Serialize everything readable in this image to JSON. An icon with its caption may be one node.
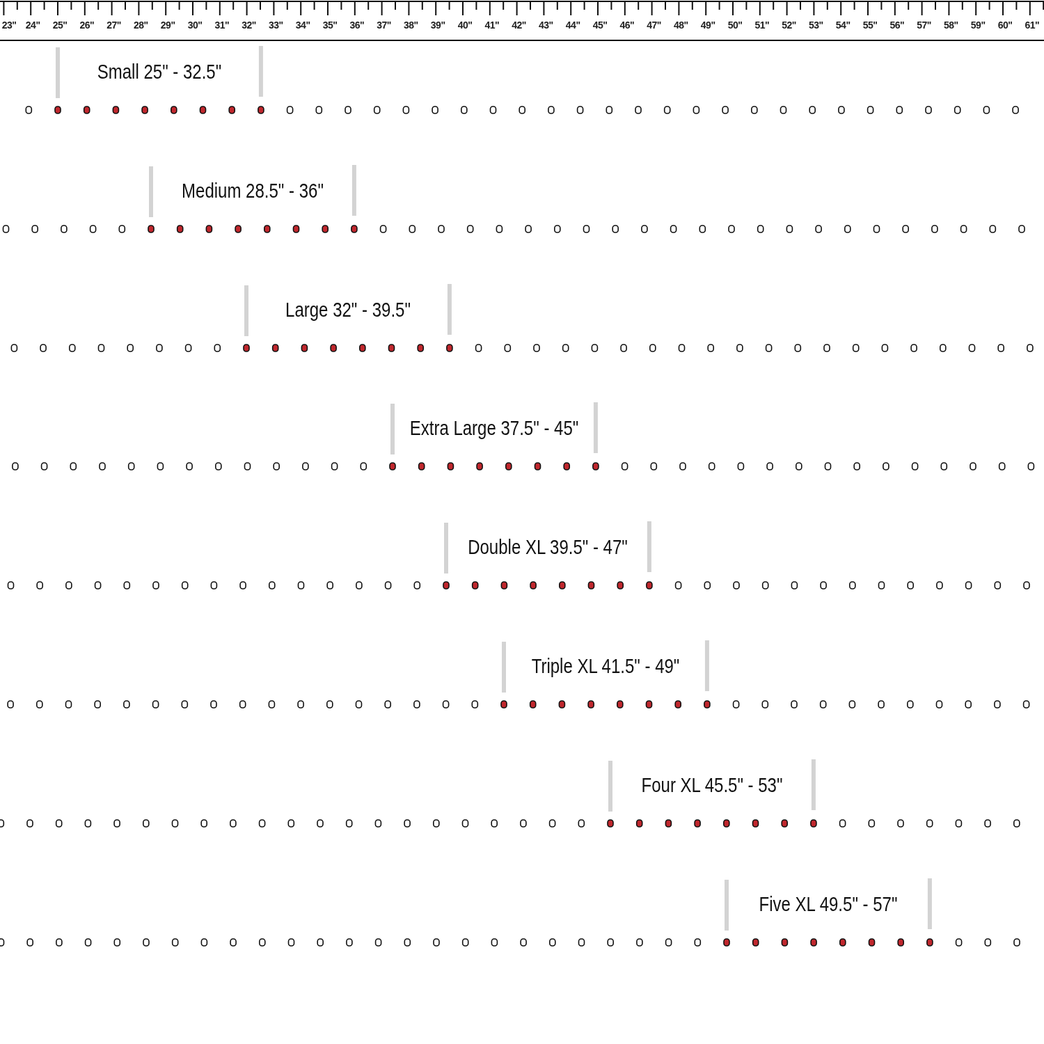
{
  "diagram": {
    "labels": [
      "23\"",
      "24\"",
      "25\"",
      "26\"",
      "27\"",
      "28\"",
      "29\"",
      "30\"",
      "31\"",
      "32\"",
      "33\"",
      "34\"",
      "35\"",
      "36\"",
      "37\"",
      "38\"",
      "39\"",
      "40\"",
      "41\"",
      "42\"",
      "43\"",
      "44\"",
      "45\"",
      "46\"",
      "47\"",
      "48\"",
      "49\"",
      "50\"",
      "51\"",
      "52\"",
      "53\"",
      "54\"",
      "55\"",
      "56\"",
      "57\"",
      "58\"",
      "59\"",
      "60\"",
      "61\"",
      "Small 25\" - 32.5\"",
      "Medium 28.5\" - 36\"",
      "Large 32\" - 39.5\"",
      "Extra Large 37.5\" - 45\"",
      "Double XL 39.5\" - 47\"",
      "Triple XL 41.5\" - 49\"",
      "Four XL 45.5\" - 53\"",
      "Five XL 49.5\" - 57\""
    ]
  }
}
